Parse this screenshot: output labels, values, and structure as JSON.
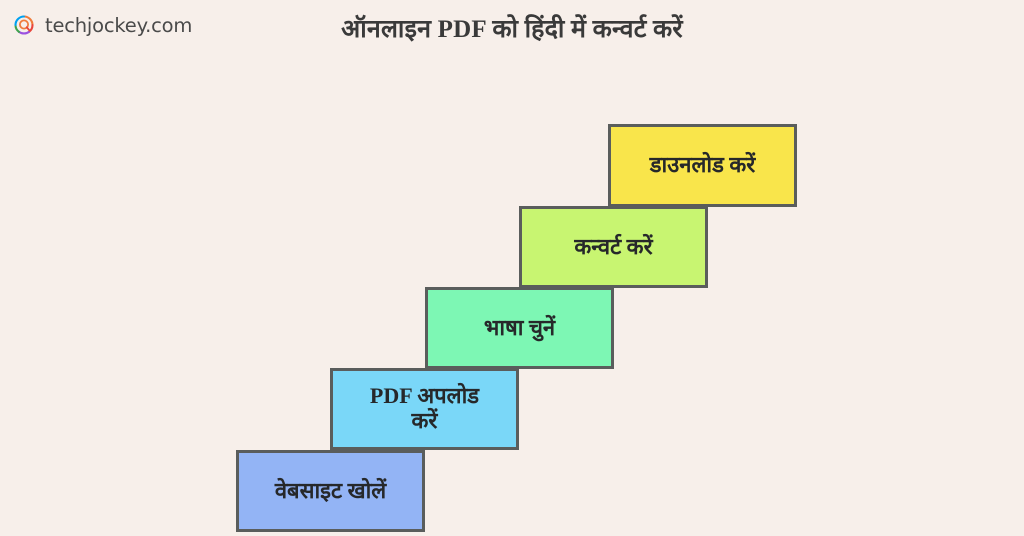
{
  "brand": {
    "name": "techjockey.com",
    "logo_icon": "techjockey-circular-q-logo",
    "logo_colors": [
      "#e8453c",
      "#f5a623",
      "#7fba00",
      "#00a1f1",
      "#9b51e0"
    ]
  },
  "header": {
    "title": "ऑनलाइन PDF को हिंदी में कन्वर्ट करें"
  },
  "background_color": "#f7efea",
  "step_border_color": "#5a5d5c",
  "step_text_color": "#26282a",
  "steps": [
    {
      "order": 1,
      "label": "वेबसाइट खोलें",
      "color": "#93b4f5",
      "position": "bottom"
    },
    {
      "order": 2,
      "label": "PDF अपलोड\nकरें",
      "color": "#7ad7f8",
      "position": "second-from-bottom"
    },
    {
      "order": 3,
      "label": "भाषा चुनें",
      "color": "#7df7b4",
      "position": "middle"
    },
    {
      "order": 4,
      "label": "कन्वर्ट करें",
      "color": "#c8f571",
      "position": "second-from-top"
    },
    {
      "order": 5,
      "label": "डाउनलोड करें",
      "color": "#f9e54b",
      "position": "top"
    }
  ]
}
